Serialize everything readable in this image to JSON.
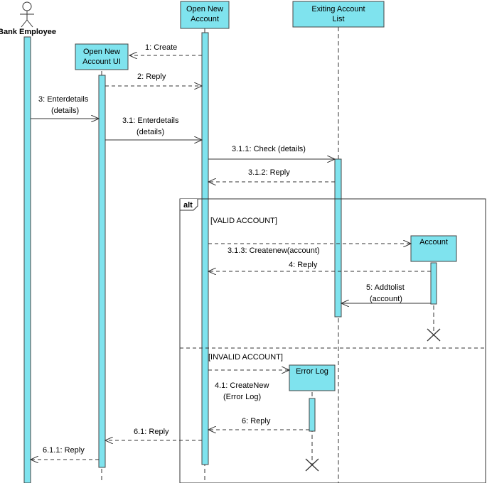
{
  "participants": {
    "bank_employee": "Bank Employee",
    "open_account_ui": [
      "Open New",
      "Account UI"
    ],
    "open_new_account": [
      "Open New",
      "Account"
    ],
    "existing_list": [
      "Exiting Account",
      "List"
    ],
    "account": "Account",
    "error_log": "Error Log"
  },
  "messages": {
    "m1": "1: Create",
    "m2": "2: Reply",
    "m3": [
      "3: Enterdetails",
      "(details)"
    ],
    "m31": [
      "3.1: Enterdetails",
      "(details)"
    ],
    "m311": "3.1.1: Check (details)",
    "m312": "3.1.2: Reply",
    "m313": "3.1.3: Createnew(account)",
    "m4": "4: Reply",
    "m5": [
      "5: Addtolist",
      "(account)"
    ],
    "m41": [
      "4.1: CreateNew",
      "(Error Log)"
    ],
    "m6": "6: Reply",
    "m61": "6.1: Reply",
    "m611": "6.1.1: Reply"
  },
  "fragment": {
    "operator": "alt",
    "guard_valid": "[VALID ACCOUNT]",
    "guard_invalid": "[INVALID ACCOUNT]"
  }
}
